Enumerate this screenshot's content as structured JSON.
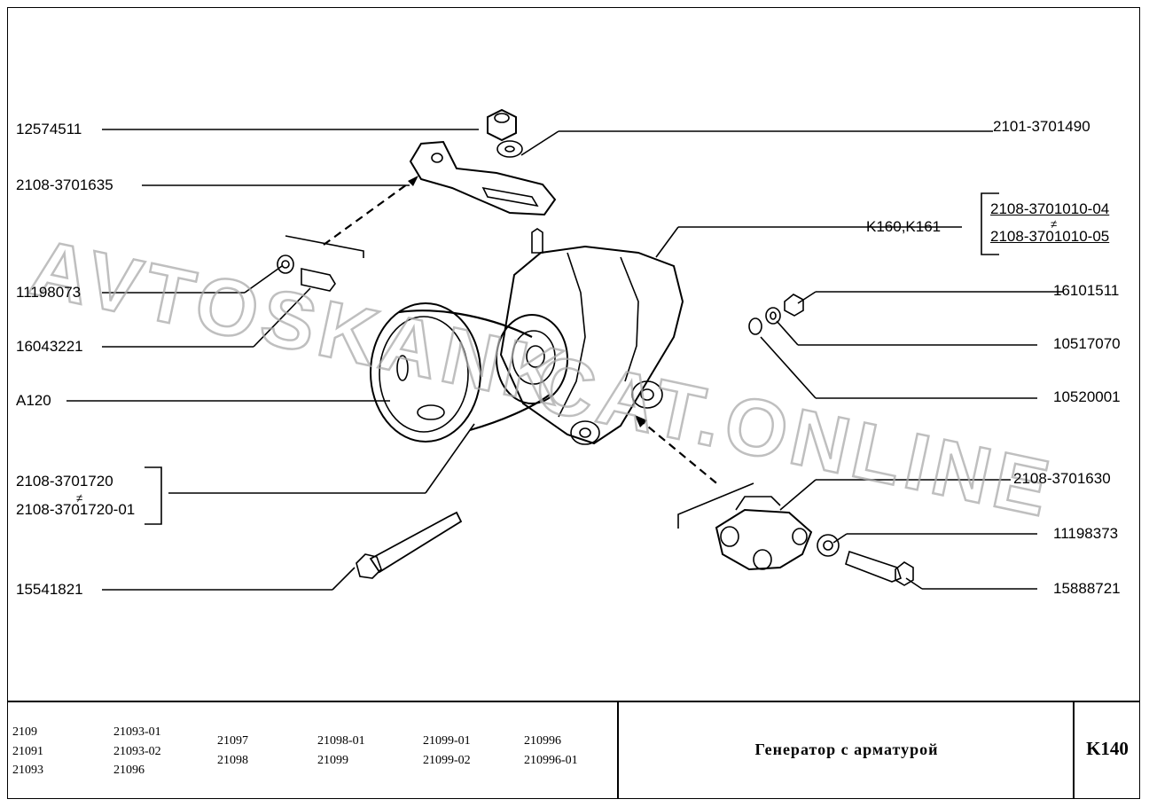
{
  "labels_left": {
    "l1": "12574511",
    "l2": "2108-3701635",
    "l3": "11198073",
    "l4": "16043221",
    "l5": "A120",
    "l6a": "2108-3701720",
    "l6b": "2108-3701720-01",
    "l7": "15541821"
  },
  "labels_right": {
    "r1": "2101-3701490",
    "r2": "K160,K161",
    "r2a": "2108-3701010-04",
    "r2b": "2108-3701010-05",
    "r3": "16101511",
    "r4": "10517070",
    "r5": "10520001",
    "r6": "2108-3701630",
    "r7": "11198373",
    "r8": "15888721"
  },
  "neq_symbol": "≠",
  "watermark": {
    "line1": "AVTOSKANK",
    "line2": "CAT.ONLINE"
  },
  "footer": {
    "models_col1": [
      "2109",
      "21091",
      "21093"
    ],
    "models_col2": [
      "21093-01",
      "21093-02",
      "21096"
    ],
    "models_col3": [
      "21097",
      "21098"
    ],
    "models_col4": [
      "21098-01",
      "21099"
    ],
    "models_col5": [
      "21099-01",
      "21099-02"
    ],
    "models_col6": [
      "210996",
      "210996-01"
    ],
    "title": "Генератор с арматурой",
    "code": "K140"
  }
}
